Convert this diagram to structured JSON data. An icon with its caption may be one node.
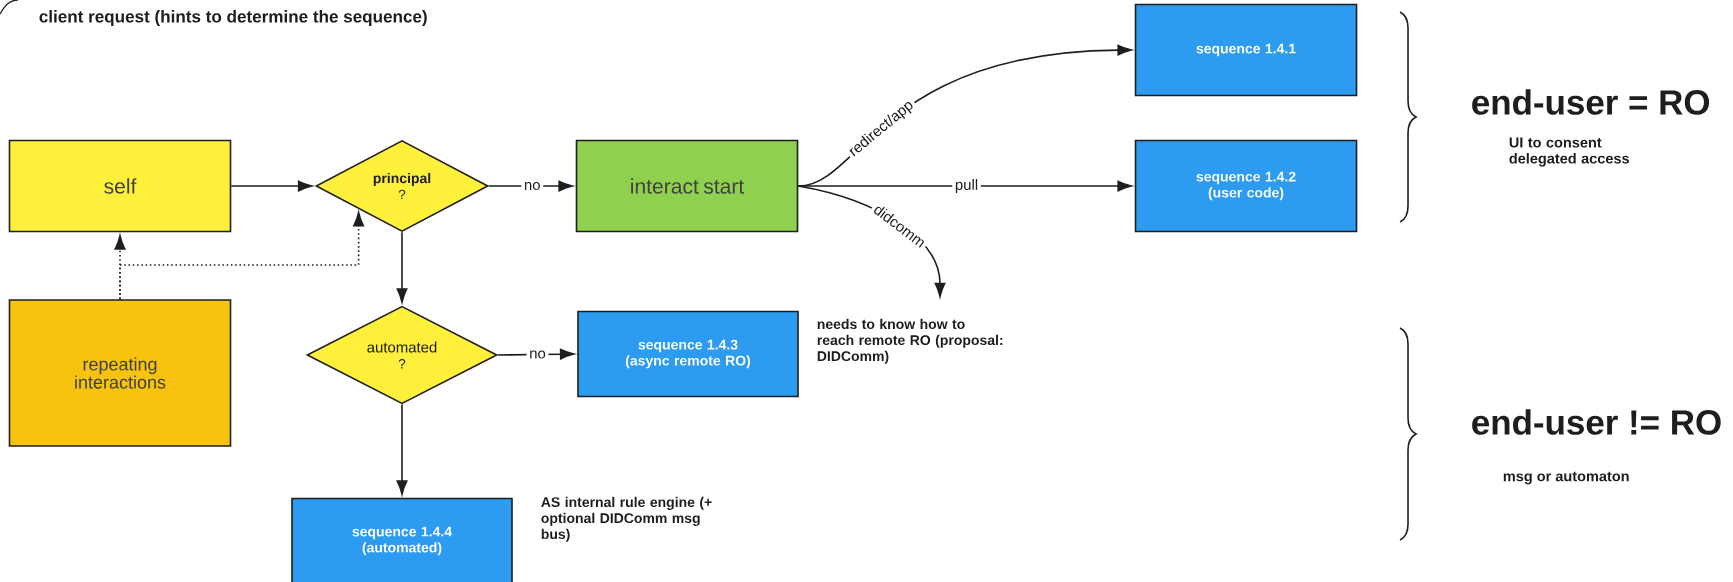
{
  "diagram": {
    "title": "client request (hints to determine the sequence)",
    "nodes": [
      {
        "text": [
          "self"
        ]
      },
      {
        "text": [
          "principal",
          "?"
        ]
      },
      {
        "text": [
          "interact start"
        ]
      },
      {
        "text": [
          "sequence 1.4.1"
        ]
      },
      {
        "text": [
          "sequence 1.4.2 (user code)"
        ]
      },
      {
        "text": [
          "repeating interactions"
        ]
      },
      {
        "text": [
          "automated",
          "?"
        ]
      },
      {
        "text": [
          "sequence 1.4.3 (async remote RO)"
        ],
        "beside": [
          "needs to know how to reach remote RO (proposal: DIDComm)"
        ]
      },
      {
        "text": [
          "sequence 1.4.4 (automated)"
        ],
        "beside": [
          "AS internal rule engine (+ optional DIDComm msg bus)"
        ]
      }
    ],
    "edges": [
      {
        "from": 0,
        "to": 1,
        "arrow": "to"
      },
      {
        "from": 1,
        "to": 2,
        "arrow": "to",
        "label": "no"
      },
      {
        "from": 2,
        "to": 3,
        "arrow": "to",
        "label": "redirect/app"
      },
      {
        "from": 2,
        "to": 4,
        "arrow": "to",
        "label": "pull"
      },
      {
        "from": 2,
        "to": null,
        "arrow": "to",
        "label": "didcomm"
      },
      {
        "from": 1,
        "to": 6,
        "arrow": "to"
      },
      {
        "from": 6,
        "to": 7,
        "arrow": "to",
        "label": "no"
      },
      {
        "from": 6,
        "to": 8,
        "arrow": "to"
      },
      {
        "from": 5,
        "to": 0,
        "arrow": "to",
        "style": "dashed"
      },
      {
        "from": 5,
        "to": 1,
        "arrow": "to",
        "style": "dashed"
      }
    ],
    "labels": [
      "end-user = RO",
      "UI to consent delegated access",
      "end-user != RO",
      "msg or automaton"
    ]
  }
}
